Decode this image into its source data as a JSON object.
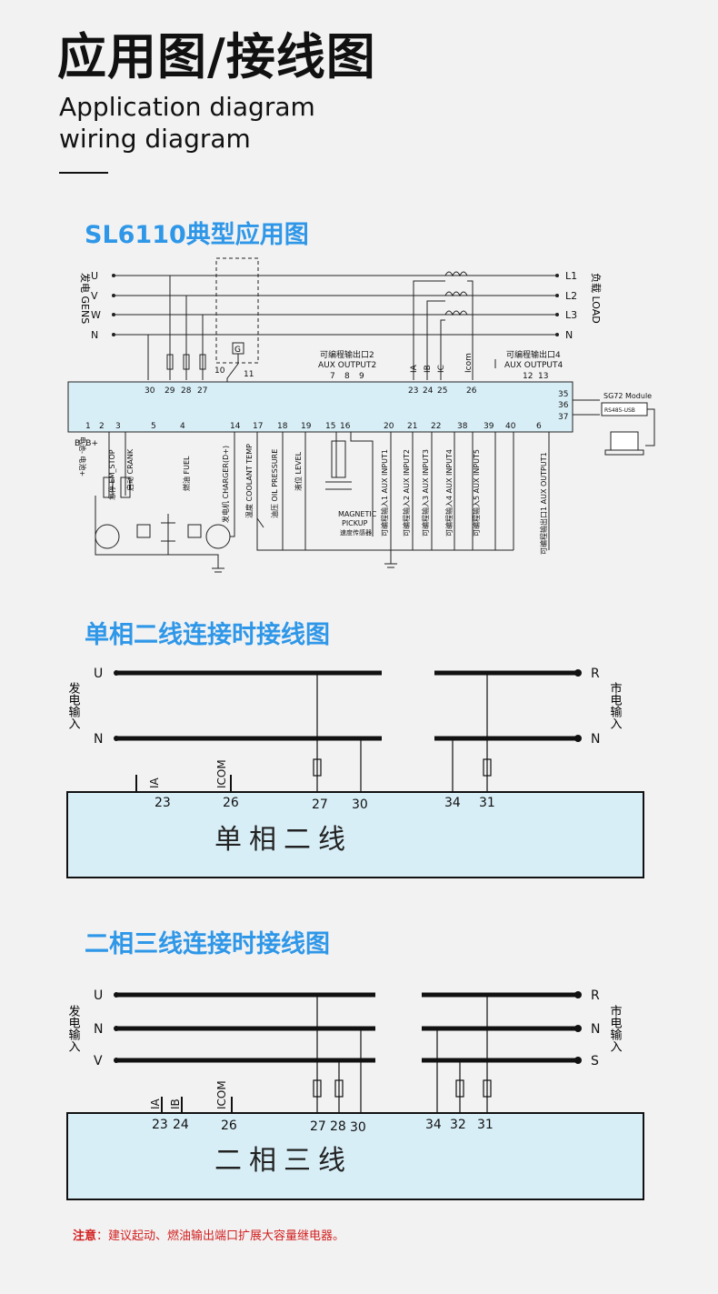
{
  "header": {
    "title": "应用图/接线图",
    "subtitle_line1": "Application diagram",
    "subtitle_line2": "wiring diagram"
  },
  "colors": {
    "accent": "#2f97e8",
    "box_fill": "#d8eef7",
    "note": "#d32020"
  },
  "main_diagram": {
    "title": "SL6110典型应用图",
    "gens_label": "发电 GENS",
    "load_label": "负载 LOAD",
    "phases_left": [
      "U",
      "V",
      "W",
      "N"
    ],
    "phases_right": [
      "L1",
      "L2",
      "L3",
      "N"
    ],
    "breaker_label": "G",
    "top_terms_a": [
      "30",
      "29",
      "28",
      "27"
    ],
    "top_terms_b": [
      "10",
      "11"
    ],
    "aux2_cn": "可编程输出口2",
    "aux2_en": "AUX OUTPUT2",
    "aux2_terms": [
      "7",
      "8",
      "9"
    ],
    "ct_labels": [
      "IA",
      "IB",
      "IC",
      "Icom"
    ],
    "ct_terms": [
      "23",
      "24",
      "25",
      "26"
    ],
    "aux4_cn": "可编程输出口4",
    "aux4_en": "AUX OUTPUT4",
    "aux4_terms": [
      "12",
      "13"
    ],
    "right_terms": [
      "35",
      "36",
      "37"
    ],
    "module_label": "SG72 Module",
    "usb_label": "RS485-USB",
    "bottom_terms": [
      "1",
      "2",
      "3",
      "5",
      "4",
      "14",
      "17",
      "18",
      "19",
      "15",
      "16",
      "20",
      "21",
      "22",
      "38",
      "39",
      "40",
      "6"
    ],
    "battery_label": "B-  B+",
    "battery_cn": "电池-  电池+",
    "emstop": "急停 EM_STOP",
    "crank": "启动 CRANK",
    "fuel": "燃油 FUEL",
    "charger": "发电机 CHARGER(D+)",
    "coolant": "温度 COOLANT TEMP",
    "oil": "油压 OIL PRESSURE",
    "level": "液位 LEVEL",
    "pickup1": "MAGNETIC",
    "pickup2": "PICKUP",
    "pickup3": "速度传感器",
    "inputs": [
      "可编程输入1 AUX INPUT1",
      "可编程输入2 AUX INPUT2",
      "可编程输入3 AUX INPUT3",
      "可编程输入4 AUX INPUT4",
      "可编程输入5 AUX INPUT5"
    ],
    "aux1": "可编程输出口1 AUX OUTPUT1"
  },
  "single_phase": {
    "title": "单相二线连接时接线图",
    "left_labels": [
      "U",
      "N"
    ],
    "right_labels": [
      "R",
      "N"
    ],
    "gen_cn": "发电输入",
    "mains_cn": "市电输入",
    "ct_labels": [
      "IA",
      "ICOM"
    ],
    "terms": [
      "23",
      "26",
      "27",
      "30",
      "34",
      "31"
    ],
    "box_text": "单相二线"
  },
  "two_phase": {
    "title": "二相三线连接时接线图",
    "left_labels": [
      "U",
      "N",
      "V"
    ],
    "right_labels": [
      "R",
      "N",
      "S"
    ],
    "gen_cn": "发电输入",
    "mains_cn": "市电输入",
    "ct_labels": [
      "IA",
      "IB",
      "ICOM"
    ],
    "terms": [
      "23",
      "24",
      "26",
      "27",
      "28",
      "30",
      "34",
      "32",
      "31"
    ],
    "box_text": "二相三线"
  },
  "note": {
    "label": "注意",
    "text": "：建议起动、燃油输出端口扩展大容量继电器。"
  }
}
